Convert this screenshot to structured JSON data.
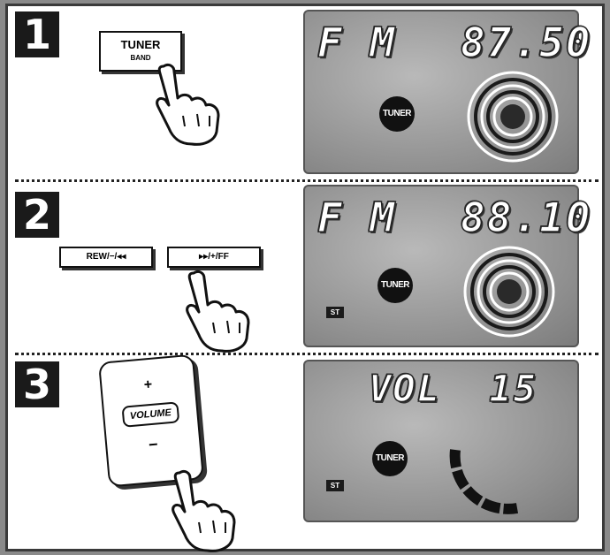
{
  "steps": [
    {
      "number": "1",
      "button": {
        "line1": "TUNER",
        "line2": "BAND"
      },
      "display": {
        "text_left": "F M",
        "text_right": "87.50",
        "badge": "TUNER"
      }
    },
    {
      "number": "2",
      "buttons": [
        {
          "label": "REW/−/◂◂"
        },
        {
          "label": "▸▸/+/FF"
        }
      ],
      "display": {
        "text_left": "F M",
        "text_right": "88.10",
        "badge": "TUNER",
        "indicator": "ST"
      }
    },
    {
      "number": "3",
      "control": {
        "plus": "+",
        "label": "VOLUME",
        "minus": "−"
      },
      "display": {
        "text": "VOL  15",
        "badge": "TUNER",
        "indicator": "ST"
      }
    }
  ]
}
